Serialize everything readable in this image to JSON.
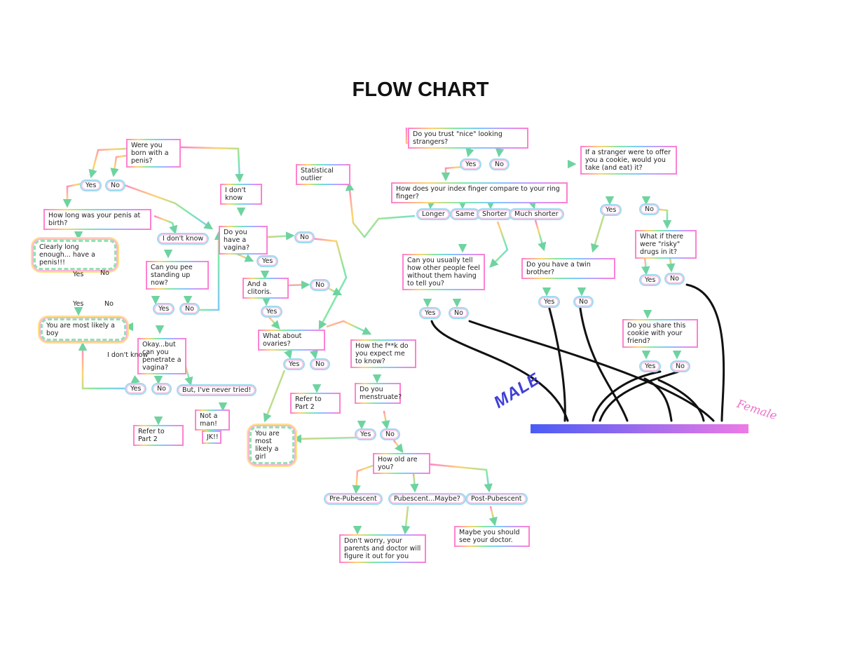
{
  "title": "FLOW CHART",
  "colors": {
    "male": "#3f3fd8",
    "female": "#ee6fc8",
    "bar_start": "#4a5cf5",
    "bar_end": "#ee7ae6"
  },
  "nodes": {
    "born_penis": "Were you born with a penis?",
    "yes1": "Yes",
    "no1": "No",
    "dont_know1": "I don't know",
    "how_long": "How long was your penis at birth?",
    "clearly_long": "Clearly long enough... have a penis!!!",
    "yes_a": "Yes",
    "no_a": "No",
    "yes_b": "Yes",
    "no_b": "No",
    "boy": "You are most likely a boy",
    "dont_know2": "I don't know",
    "pee_standing": "Can you pee standing up now?",
    "yes2": "Yes",
    "no2": "No",
    "okay_penetrate": "Okay...but can you penetrate a vagina?",
    "dont_know3": "I don't know",
    "yes3": "Yes",
    "no3": "No",
    "never_tried": "But, I've never tried!",
    "not_a_man": "Not a man!",
    "jk": "JK!!",
    "refer1": "Refer to Part 2",
    "have_vagina": "Do you have a vagina?",
    "no4": "No",
    "yes4": "Yes",
    "clitoris": "And a clitoris.",
    "no5": "No",
    "yes5": "Yes",
    "ovaries": "What about ovaries?",
    "yes6": "Yes",
    "no6": "No",
    "refer2": "Refer to Part 2",
    "girl": "You are most likely a girl",
    "how_know": "How the f**k do you expect me to know?",
    "menstruate": "Do you menstruate?",
    "yes7": "Yes",
    "no7": "No",
    "how_old": "How old are you?",
    "pre_pub": "Pre-Pubescent",
    "pub_maybe": "Pubescent...Maybe?",
    "post_pub": "Post-Pubescent",
    "dont_worry": "Don't worry, your parents and doctor will figure it out for you",
    "see_doctor": "Maybe you should see your doctor.",
    "outlier": "Statistical outlier",
    "trust": "Do you trust \"nice\" looking strangers?",
    "yes8": "Yes",
    "no8": "No",
    "index_finger": "How does your index finger compare to your ring finger?",
    "longer": "Longer",
    "same": "Same",
    "shorter": "Shorter",
    "much_shorter": "Much shorter",
    "tell_feel": "Can you usually tell how other people feel without them having to tell you?",
    "yes9": "Yes",
    "no9": "No",
    "twin": "Do you have a twin brother?",
    "yes10": "Yes",
    "no10": "No",
    "cookie": "If a stranger were to offer you a cookie, would you take (and eat) it?",
    "yes11": "Yes",
    "no11": "No",
    "risky": "What if there were \"risky\" drugs in it?",
    "yes12": "Yes",
    "no12": "No",
    "share_cookie": "Do you share this cookie with your friend?",
    "yes13": "Yes",
    "no13": "No"
  },
  "spectrum": {
    "male_label": "MALE",
    "female_label": "Female"
  }
}
